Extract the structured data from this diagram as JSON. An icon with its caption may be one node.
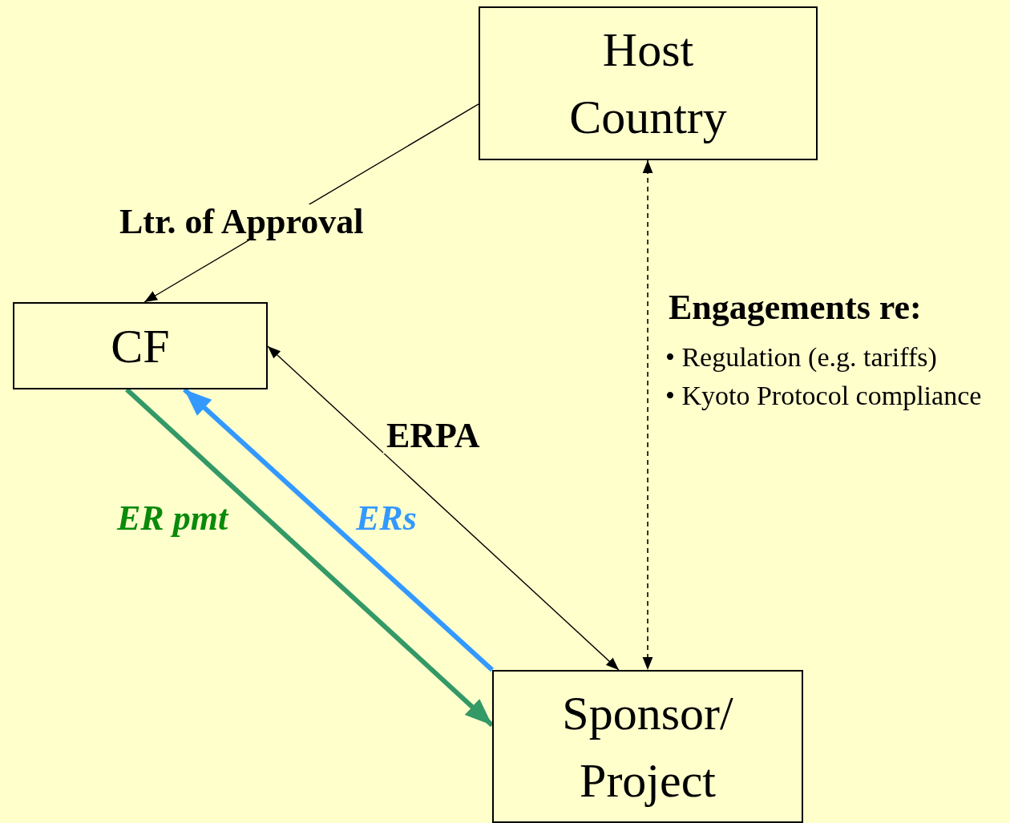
{
  "diagram": {
    "nodes": [
      {
        "text": [
          "Host Country"
        ]
      },
      {
        "text": [
          "CF"
        ]
      },
      {
        "text": [
          "Sponsor/ Project"
        ]
      }
    ],
    "edges": [
      {
        "from": 0,
        "to": 1,
        "arrow": "to",
        "label": "Ltr. of Approval"
      },
      {
        "from": 1,
        "to": 2,
        "arrow": "both",
        "label": "ERPA"
      },
      {
        "from": 0,
        "to": 2,
        "arrow": "both",
        "style": "dashed",
        "label": "Engagements re:"
      },
      {
        "from": 1,
        "to": 2,
        "arrow": "to",
        "style": "thick",
        "color": "#339966",
        "label": "ER pmt"
      },
      {
        "from": 2,
        "to": 1,
        "arrow": "to",
        "style": "thick",
        "color": "#3399ff",
        "label": "ERs"
      }
    ],
    "labels": [
      "• Regulation (e.g. tariffs)",
      "• Kyoto Protocol compliance"
    ]
  }
}
